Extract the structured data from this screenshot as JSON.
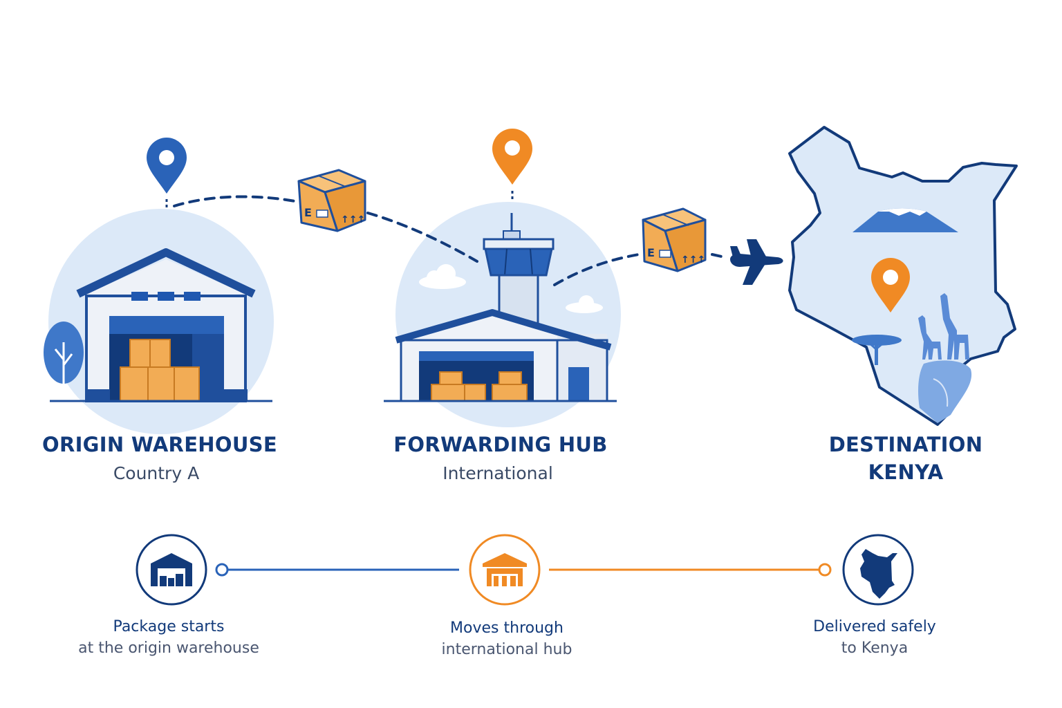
{
  "stages": [
    {
      "title": "ORIGIN WAREHOUSE",
      "subtitle": "Country A"
    },
    {
      "title": "FORWARDING HUB",
      "subtitle": "International"
    },
    {
      "title_line1": "DESTINATION",
      "title_line2": "KENYA"
    }
  ],
  "timeline": [
    {
      "line1": "Package starts",
      "line2": "at the origin warehouse",
      "icon": "warehouse-icon"
    },
    {
      "line1": "Moves through",
      "line2": "international hub",
      "icon": "hub-icon"
    },
    {
      "line1": "Delivered safely",
      "line2": "to Kenya",
      "icon": "kenya-map-icon"
    }
  ],
  "colors": {
    "navy": "#123a7a",
    "blue": "#2a63b8",
    "orange": "#f08a24",
    "box": "#f2ac55",
    "light_blue": "#dce9f8"
  }
}
